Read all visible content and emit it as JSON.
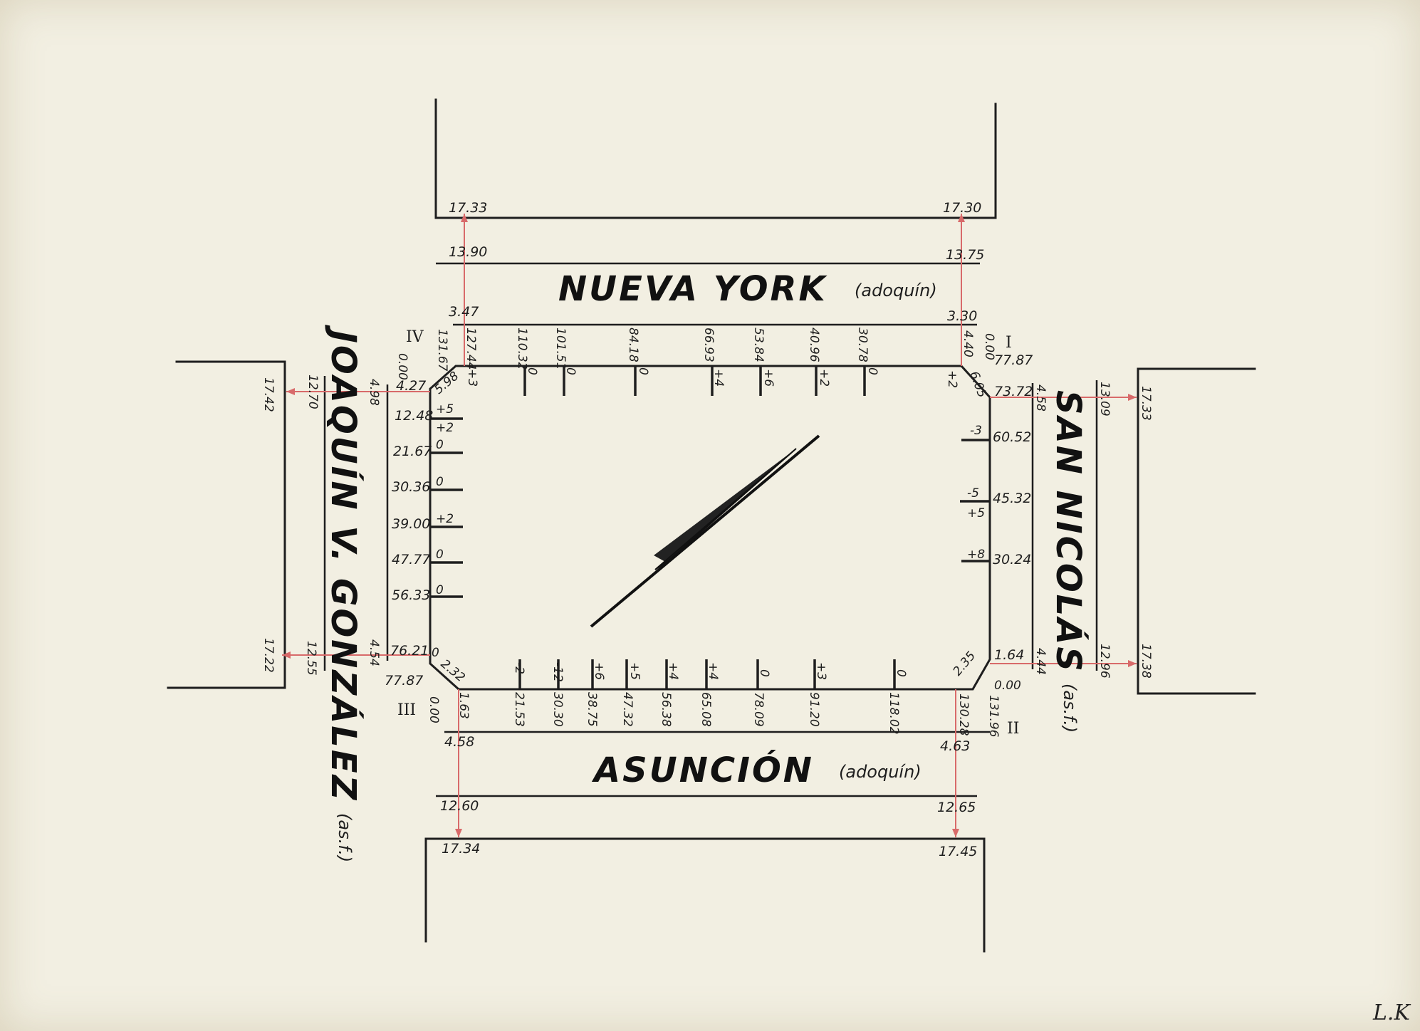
{
  "streets": {
    "north": {
      "name": "NUEVA YORK",
      "surface": "(adoquín)"
    },
    "south": {
      "name": "ASUNCIÓN",
      "surface": "(adoquín)"
    },
    "east": {
      "name": "SAN NICOLÁS",
      "surface": "(as.f.)"
    },
    "west": {
      "name": "JOAQUÍN V. GONZÁLEZ",
      "surface": "(as.f.)"
    }
  },
  "corners": {
    "I": {
      "roman": "I",
      "radius": "77.87",
      "zero": "0.00",
      "chamfer": "6.05"
    },
    "II": {
      "roman": "II",
      "chamfer": "2.35"
    },
    "III": {
      "roman": "III",
      "radius": "77.87",
      "zero": "0.00",
      "chamfer": "2.32"
    },
    "IV": {
      "roman": "IV",
      "zero": "0.00",
      "chamfer": "5.98"
    }
  },
  "widths": {
    "north_left": [
      "17.33",
      "13.90",
      "3.47"
    ],
    "north_right": [
      "17.30",
      "13.75",
      "3.30"
    ],
    "south_left": [
      "1.63",
      "4.58",
      "12.60",
      "17.34"
    ],
    "south_right": [
      "4.63",
      "12.65",
      "17.45"
    ],
    "west_top": [
      "17.42",
      "12.70",
      "4.98"
    ],
    "west_bottom": [
      "17.22",
      "12.55",
      "4.54"
    ],
    "east_top": [
      "17.33",
      "13.09",
      "4.58"
    ],
    "east_bottom": [
      "17.38",
      "12.96",
      "4.44"
    ]
  },
  "north_side": {
    "corner_vals": [
      "131.67",
      "127.44",
      "+3"
    ],
    "stations": [
      {
        "dist": "110.32",
        "off": "0"
      },
      {
        "dist": "101.51",
        "off": "0"
      },
      {
        "dist": "84.18",
        "off": "0"
      },
      {
        "dist": "66.93",
        "off": "+4"
      },
      {
        "dist": "53.84",
        "off": "+6"
      },
      {
        "dist": "40.96",
        "off": "+2"
      },
      {
        "dist": "30.78",
        "off": "0"
      }
    ],
    "right_vals": [
      "4.40",
      "+2"
    ]
  },
  "west_side": {
    "stations": [
      {
        "dist": "4.27",
        "off": ""
      },
      {
        "dist": "12.48",
        "off": "+5"
      },
      {
        "dist": "21.67",
        "off": "0"
      },
      {
        "dist": "30.36",
        "off": "0"
      },
      {
        "dist": "39.00",
        "off": "+2"
      },
      {
        "dist": "47.77",
        "off": "0"
      },
      {
        "dist": "56.33",
        "off": "0"
      },
      {
        "dist": "76.21",
        "off": "0"
      }
    ],
    "extra": "+2"
  },
  "south_side": {
    "stations": [
      {
        "dist": "21.53",
        "off": "-2"
      },
      {
        "dist": "30.30",
        "off": "-12"
      },
      {
        "dist": "38.75",
        "off": "+6"
      },
      {
        "dist": "47.32",
        "off": "+5"
      },
      {
        "dist": "56.38",
        "off": "+4"
      },
      {
        "dist": "65.08",
        "off": "+4"
      },
      {
        "dist": "78.09",
        "off": "0"
      },
      {
        "dist": "91.20",
        "off": "+3"
      },
      {
        "dist": "118.02",
        "off": "0"
      }
    ],
    "right_vals": [
      "130.28",
      "131.96"
    ]
  },
  "east_side": {
    "stations": [
      {
        "dist": "73.72",
        "off": ""
      },
      {
        "dist": "60.52",
        "off": "-3"
      },
      {
        "dist": "45.32",
        "off": "-5"
      },
      {
        "dist": "30.24",
        "off": "+8"
      },
      {
        "dist": "1.64",
        "off": ""
      }
    ],
    "extra": "+5",
    "zero": "0.00"
  },
  "signature": "L.K"
}
